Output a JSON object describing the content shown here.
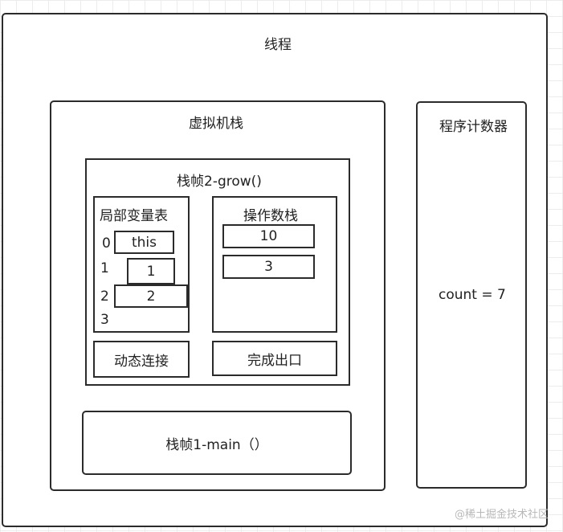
{
  "thread": {
    "label": "线程"
  },
  "vm_stack": {
    "label": "虚拟机栈"
  },
  "frame2": {
    "label": "栈帧2-grow()",
    "local_vars": {
      "label": "局部变量表",
      "slots": [
        {
          "index": "0",
          "value": "this"
        },
        {
          "index": "1",
          "value": "1"
        },
        {
          "index": "2",
          "value": "2"
        },
        {
          "index": "3",
          "value": ""
        }
      ]
    },
    "operand_stack": {
      "label": "操作数栈",
      "items": [
        "10",
        "3"
      ]
    },
    "dynamic_linking": "动态连接",
    "return_address": "完成出口"
  },
  "frame1": {
    "label": "栈帧1-main（）"
  },
  "pc_register": {
    "label": "程序计数器",
    "value": "count = 7"
  },
  "watermark": "@稀土掘金技术社区"
}
